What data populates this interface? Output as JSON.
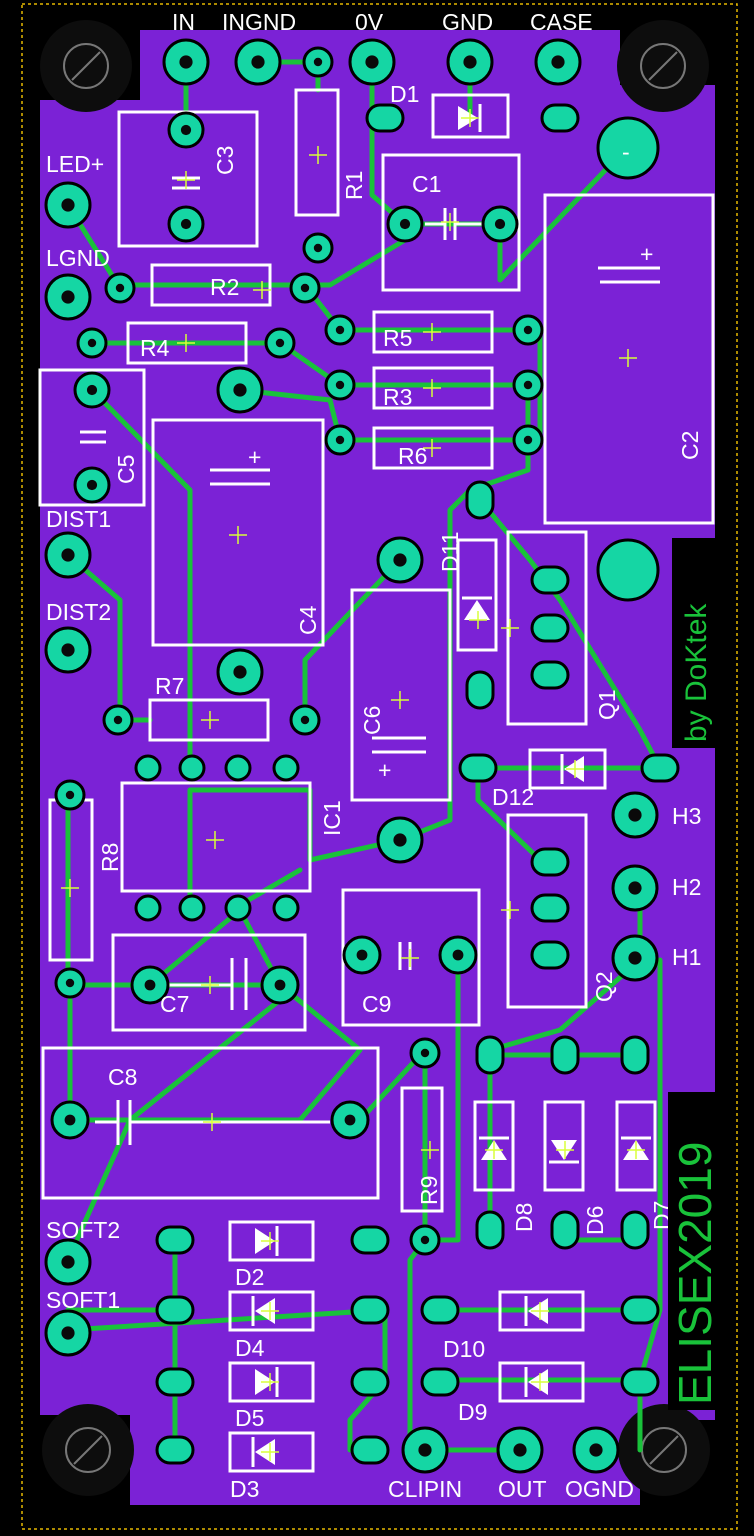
{
  "board": {
    "colors": {
      "substrate": "#7b22d6",
      "background": "#000000",
      "copper": "#19c23a",
      "pad": "#15d6a4",
      "silk": "#ffffff",
      "origin": "#d8ff3a",
      "frame": "#e6b800"
    },
    "logo": "by DoKtek",
    "year_tag": "ELISEX2019"
  },
  "connectors_top": [
    "IN",
    "INGND",
    "0V",
    "GND",
    "CASE"
  ],
  "connectors_left": [
    "LED+",
    "LGND",
    "DIST1",
    "DIST2",
    "SOFT2",
    "SOFT1"
  ],
  "connectors_right": [
    "H3",
    "H2",
    "H1"
  ],
  "connectors_bottom": [
    "CLIPIN",
    "OUT",
    "OGND"
  ],
  "parts": {
    "caps": [
      "C1",
      "C2",
      "C3",
      "C4",
      "C5",
      "C6",
      "C7",
      "C8",
      "C9"
    ],
    "resistors": [
      "R1",
      "R2",
      "R3",
      "R4",
      "R5",
      "R6",
      "R7",
      "R8",
      "R9"
    ],
    "diodes": [
      "D1",
      "D2",
      "D3",
      "D4",
      "D5",
      "D6",
      "D7",
      "D8",
      "D9",
      "D10",
      "D11",
      "D12"
    ],
    "transistors": [
      "Q1",
      "Q2"
    ],
    "ic": "IC1",
    "polarity_marks": [
      "-",
      "+"
    ]
  }
}
